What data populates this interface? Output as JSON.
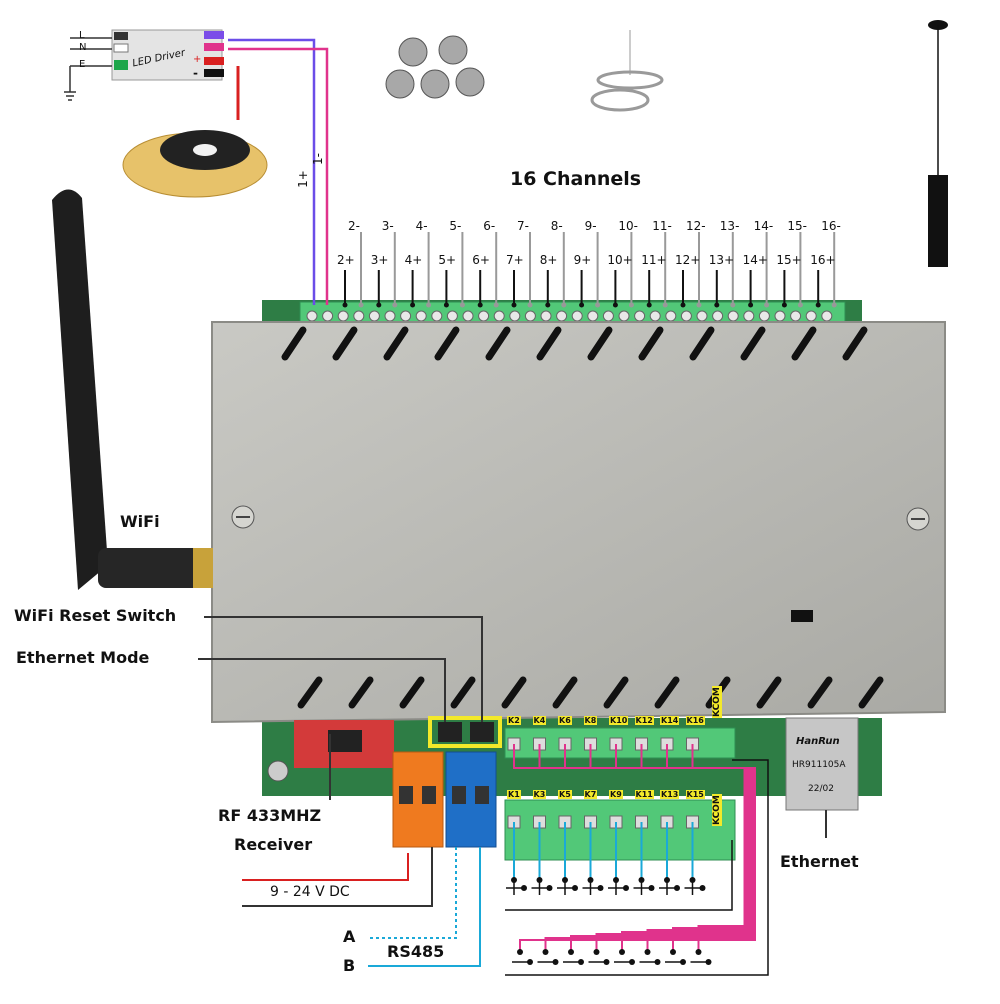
{
  "title": "16 Channels",
  "led_driver": {
    "label": "LED Driver",
    "terminal_L": "L",
    "terminal_N": "N",
    "terminal_E": "E",
    "out_plus": "+",
    "out_minus": "-"
  },
  "channel_1": {
    "plus": "1+",
    "minus": "1-"
  },
  "channels_minus": [
    "2-",
    "3-",
    "4-",
    "5-",
    "6-",
    "7-",
    "8-",
    "9-",
    "10-",
    "11-",
    "12-",
    "13-",
    "14-",
    "15-",
    "16-"
  ],
  "channels_plus": [
    "2+",
    "3+",
    "4+",
    "5+",
    "6+",
    "7+",
    "8+",
    "9+",
    "10+",
    "11+",
    "12+",
    "13+",
    "14+",
    "15+",
    "16+"
  ],
  "labels": {
    "wifi": "WiFi",
    "wifi_reset": "WiFi Reset Switch",
    "ethernet_mode": "Ethernet Mode",
    "rf_receiver_line1": "RF 433MHZ",
    "rf_receiver_line2": "Receiver",
    "power": "9 - 24 V DC",
    "rs485": "RS485",
    "rs485_a": "A",
    "rs485_b": "B",
    "ethernet": "Ethernet"
  },
  "inputs_top": [
    "K2",
    "K4",
    "K6",
    "K8",
    "K10",
    "K12",
    "K14",
    "K16"
  ],
  "inputs_bottom": [
    "K1",
    "K3",
    "K5",
    "K7",
    "K9",
    "K11",
    "K13",
    "K15"
  ],
  "kcom": "KCOM",
  "rj45": {
    "brand": "HanRun",
    "model": "HR911105A",
    "date": "22/02"
  },
  "colors": {
    "case": "#b9b9b4",
    "pcb": "#2e7d45",
    "terminal": "#4fc873",
    "label_yellow": "#f3e92a",
    "wire_blue": "#1aa9d8",
    "wire_pink": "#e0338c",
    "wire_red": "#d92020",
    "power_orange": "#ef7a1f",
    "rs485_blue": "#1f6fc7"
  }
}
